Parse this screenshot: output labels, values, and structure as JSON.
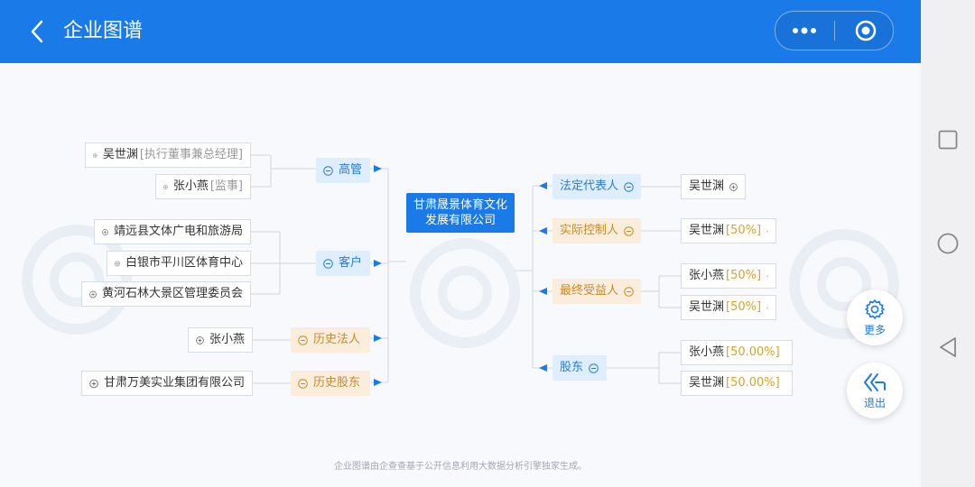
{
  "header": {
    "title": "企业图谱",
    "bg": "#1a7ae8"
  },
  "center": {
    "line1": "甘肃晟景体育文化",
    "line2": "发展有限公司"
  },
  "left": {
    "gaoguan": {
      "label": "高管",
      "people": [
        {
          "name": "吴世渊",
          "tag": "[执行董事兼总经理]"
        },
        {
          "name": "张小燕",
          "tag": "[监事]"
        }
      ]
    },
    "kehu": {
      "label": "客户",
      "items": [
        "靖远县文体广电和旅游局",
        "白银市平川区体育中心",
        "黄河石林大景区管理委员会"
      ]
    },
    "lishi_faren": {
      "label": "历史法人",
      "items": [
        "张小燕"
      ]
    },
    "lishi_gudong": {
      "label": "历史股东",
      "items": [
        "甘肃万美实业集团有限公司"
      ]
    }
  },
  "right": {
    "fading": {
      "label": "法定代表人",
      "items": [
        {
          "name": "吴世渊",
          "pct": ""
        }
      ]
    },
    "shiji": {
      "label": "实际控制人",
      "items": [
        {
          "name": "吴世渊",
          "pct": "[50%]"
        }
      ]
    },
    "zuizhong": {
      "label": "最终受益人",
      "items": [
        {
          "name": "张小燕",
          "pct": "[50%]"
        },
        {
          "name": "吴世渊",
          "pct": "[50%]"
        }
      ]
    },
    "gudong": {
      "label": "股东",
      "items": [
        {
          "name": "张小燕",
          "pct": "[50.00%]"
        },
        {
          "name": "吴世渊",
          "pct": "[50.00%]"
        }
      ]
    }
  },
  "fab": {
    "more": "更多",
    "exit": "退出"
  },
  "footer": "企业图谱由企查查基于公开信息利用大数据分析引擎独家生成。"
}
